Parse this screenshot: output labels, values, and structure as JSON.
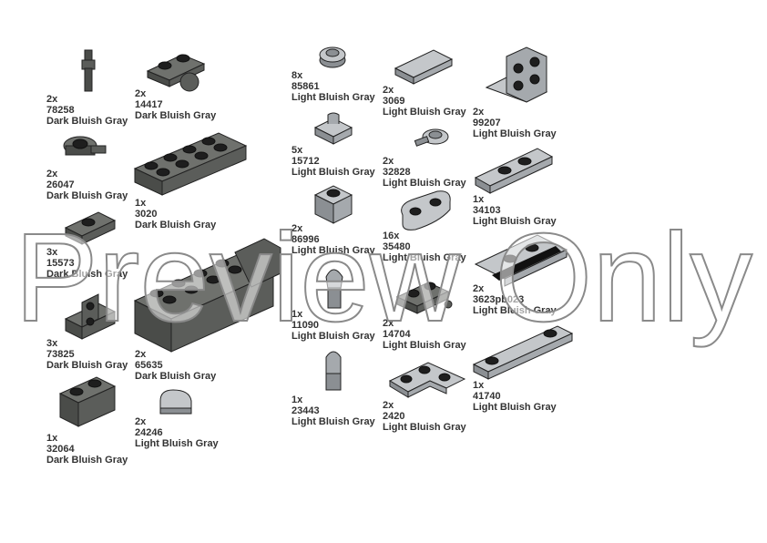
{
  "page": {
    "background": "#ffffff"
  },
  "colors": {
    "dark_bluish_gray": "#5b5d5a",
    "dark_bluish_gray_top": "#6f716d",
    "dark_bluish_gray_side": "#4a4c49",
    "light_bluish_gray": "#a5a9ad",
    "light_bluish_gray_top": "#c4c7ca",
    "light_bluish_gray_side": "#8b8f93",
    "outline": "#222222",
    "label_text": "#333333"
  },
  "parts": [
    {
      "qty": "2x",
      "part_no": "78258",
      "color": "Dark Bluish Gray",
      "icon": "bar-with-clip-icon"
    },
    {
      "qty": "2x",
      "part_no": "14417",
      "color": "Dark Bluish Gray",
      "icon": "plate-with-ball-icon"
    },
    {
      "qty": "2x",
      "part_no": "26047",
      "color": "Dark Bluish Gray",
      "icon": "round-plate-with-bar-icon"
    },
    {
      "qty": "1x",
      "part_no": "3020",
      "color": "Dark Bluish Gray",
      "icon": "plate-2x4-icon"
    },
    {
      "qty": "3x",
      "part_no": "15573",
      "color": "Dark Bluish Gray",
      "icon": "jumper-plate-icon"
    },
    {
      "qty": "3x",
      "part_no": "73825",
      "color": "Dark Bluish Gray",
      "icon": "bracket-brick-icon"
    },
    {
      "qty": "2x",
      "part_no": "65635",
      "color": "Dark Bluish Gray",
      "icon": "wedge-brick-icon"
    },
    {
      "qty": "1x",
      "part_no": "32064",
      "color": "Dark Bluish Gray",
      "icon": "technic-brick-icon"
    },
    {
      "qty": "2x",
      "part_no": "24246",
      "color": "Light Bluish Gray",
      "icon": "round-tile-icon"
    },
    {
      "qty": "8x",
      "part_no": "85861",
      "color": "Light Bluish Gray",
      "icon": "round-plate-with-hole-icon"
    },
    {
      "qty": "2x",
      "part_no": "3069",
      "color": "Light Bluish Gray",
      "icon": "tile-1x2-icon"
    },
    {
      "qty": "2x",
      "part_no": "99207",
      "color": "Light Bluish Gray",
      "icon": "bracket-plate-icon"
    },
    {
      "qty": "5x",
      "part_no": "15712",
      "color": "Light Bluish Gray",
      "icon": "tile-with-clip-icon"
    },
    {
      "qty": "2x",
      "part_no": "32828",
      "color": "Light Bluish Gray",
      "icon": "plate-with-bar-icon"
    },
    {
      "qty": "1x",
      "part_no": "34103",
      "color": "Light Bluish Gray",
      "icon": "plate-1x3-icon"
    },
    {
      "qty": "2x",
      "part_no": "86996",
      "color": "Light Bluish Gray",
      "icon": "brick-1x1-icon"
    },
    {
      "qty": "16x",
      "part_no": "35480",
      "color": "Light Bluish Gray",
      "icon": "rounded-plate-icon"
    },
    {
      "qty": "2x",
      "part_no": "3623pb023",
      "color": "Light Bluish Gray",
      "icon": "printed-plate-icon"
    },
    {
      "qty": "1x",
      "part_no": "11090",
      "color": "Light Bluish Gray",
      "icon": "bar-holder-clip-icon"
    },
    {
      "qty": "2x",
      "part_no": "14704",
      "color": "Light Bluish Gray",
      "icon": "plate-with-socket-icon"
    },
    {
      "qty": "1x",
      "part_no": "23443",
      "color": "Light Bluish Gray",
      "icon": "bar-holder-icon"
    },
    {
      "qty": "2x",
      "part_no": "2420",
      "color": "Light Bluish Gray",
      "icon": "corner-plate-icon"
    },
    {
      "qty": "1x",
      "part_no": "41740",
      "color": "Light Bluish Gray",
      "icon": "plate-1x4-icon"
    }
  ],
  "watermark": {
    "text": "Preview Only"
  }
}
